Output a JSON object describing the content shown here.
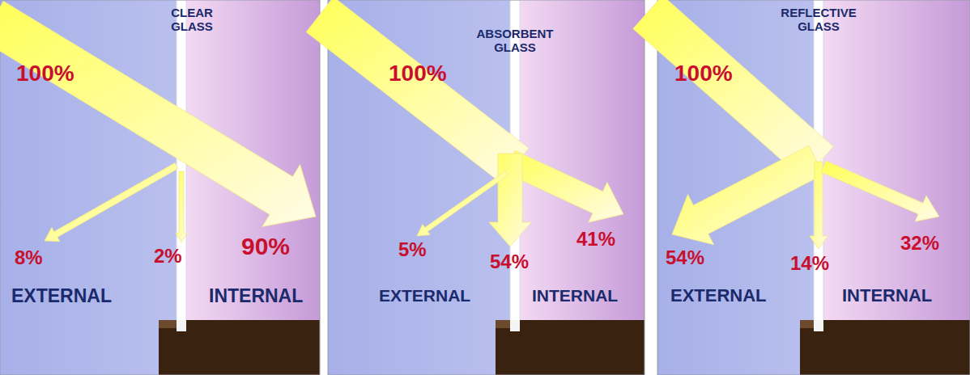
{
  "diagram": {
    "labels": [
      "CLEAR GLASS",
      "100%",
      "8%",
      "2%",
      "90%",
      "EXTERNAL",
      "INTERNAL",
      "ABSORBENT GLASS",
      "100%",
      "5%",
      "54%",
      "41%",
      "EXTERNAL",
      "INTERNAL",
      "REFLECTIVE GLASS",
      "100%",
      "54%",
      "14%",
      "32%",
      "EXTERNAL",
      "INTERNAL"
    ]
  }
}
